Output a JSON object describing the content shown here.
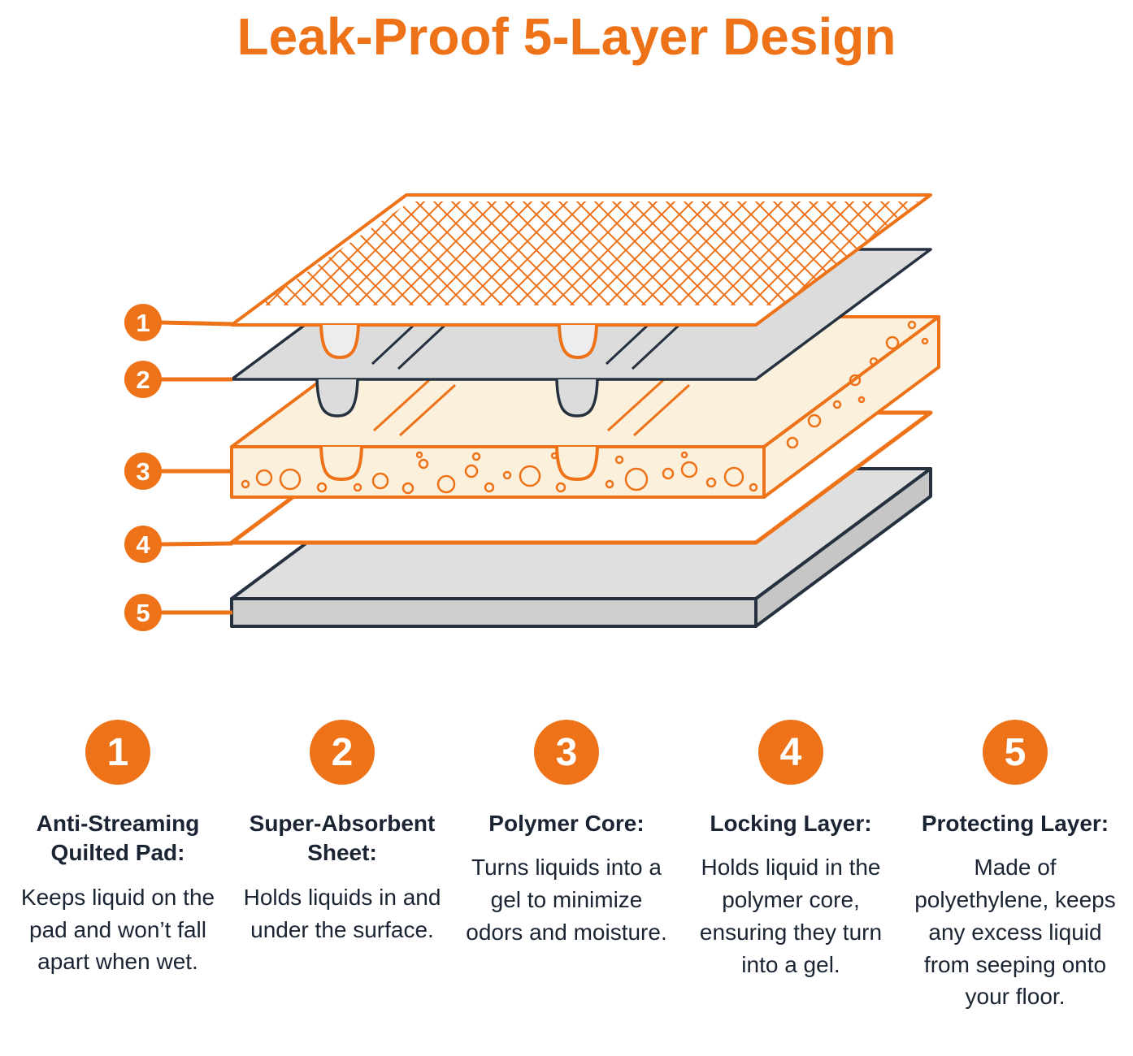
{
  "title": "Leak-Proof 5-Layer Design",
  "colors": {
    "accent_orange": "#ED7218",
    "ink_navy": "#25313F",
    "text": "#1A2433",
    "foam_fill": "#FBF0DC",
    "sheet_gray": "#DCDCDC"
  },
  "layers": [
    {
      "number": "1",
      "title": "Anti-Streaming Quilted Pad:",
      "description": "Keeps liquid on the pad and won’t fall apart when wet."
    },
    {
      "number": "2",
      "title": "Super-Absorbent Sheet:",
      "description": "Holds liquids in and under the surface."
    },
    {
      "number": "3",
      "title": "Polymer Core:",
      "description": "Turns liquids into a gel to minimize odors and moisture."
    },
    {
      "number": "4",
      "title": "Locking Layer:",
      "description": "Holds liquid in the polymer core, ensuring they turn into a gel."
    },
    {
      "number": "5",
      "title": "Protecting Layer:",
      "description": "Made of polyethylene, keeps any excess liquid from seeping onto your floor."
    }
  ]
}
